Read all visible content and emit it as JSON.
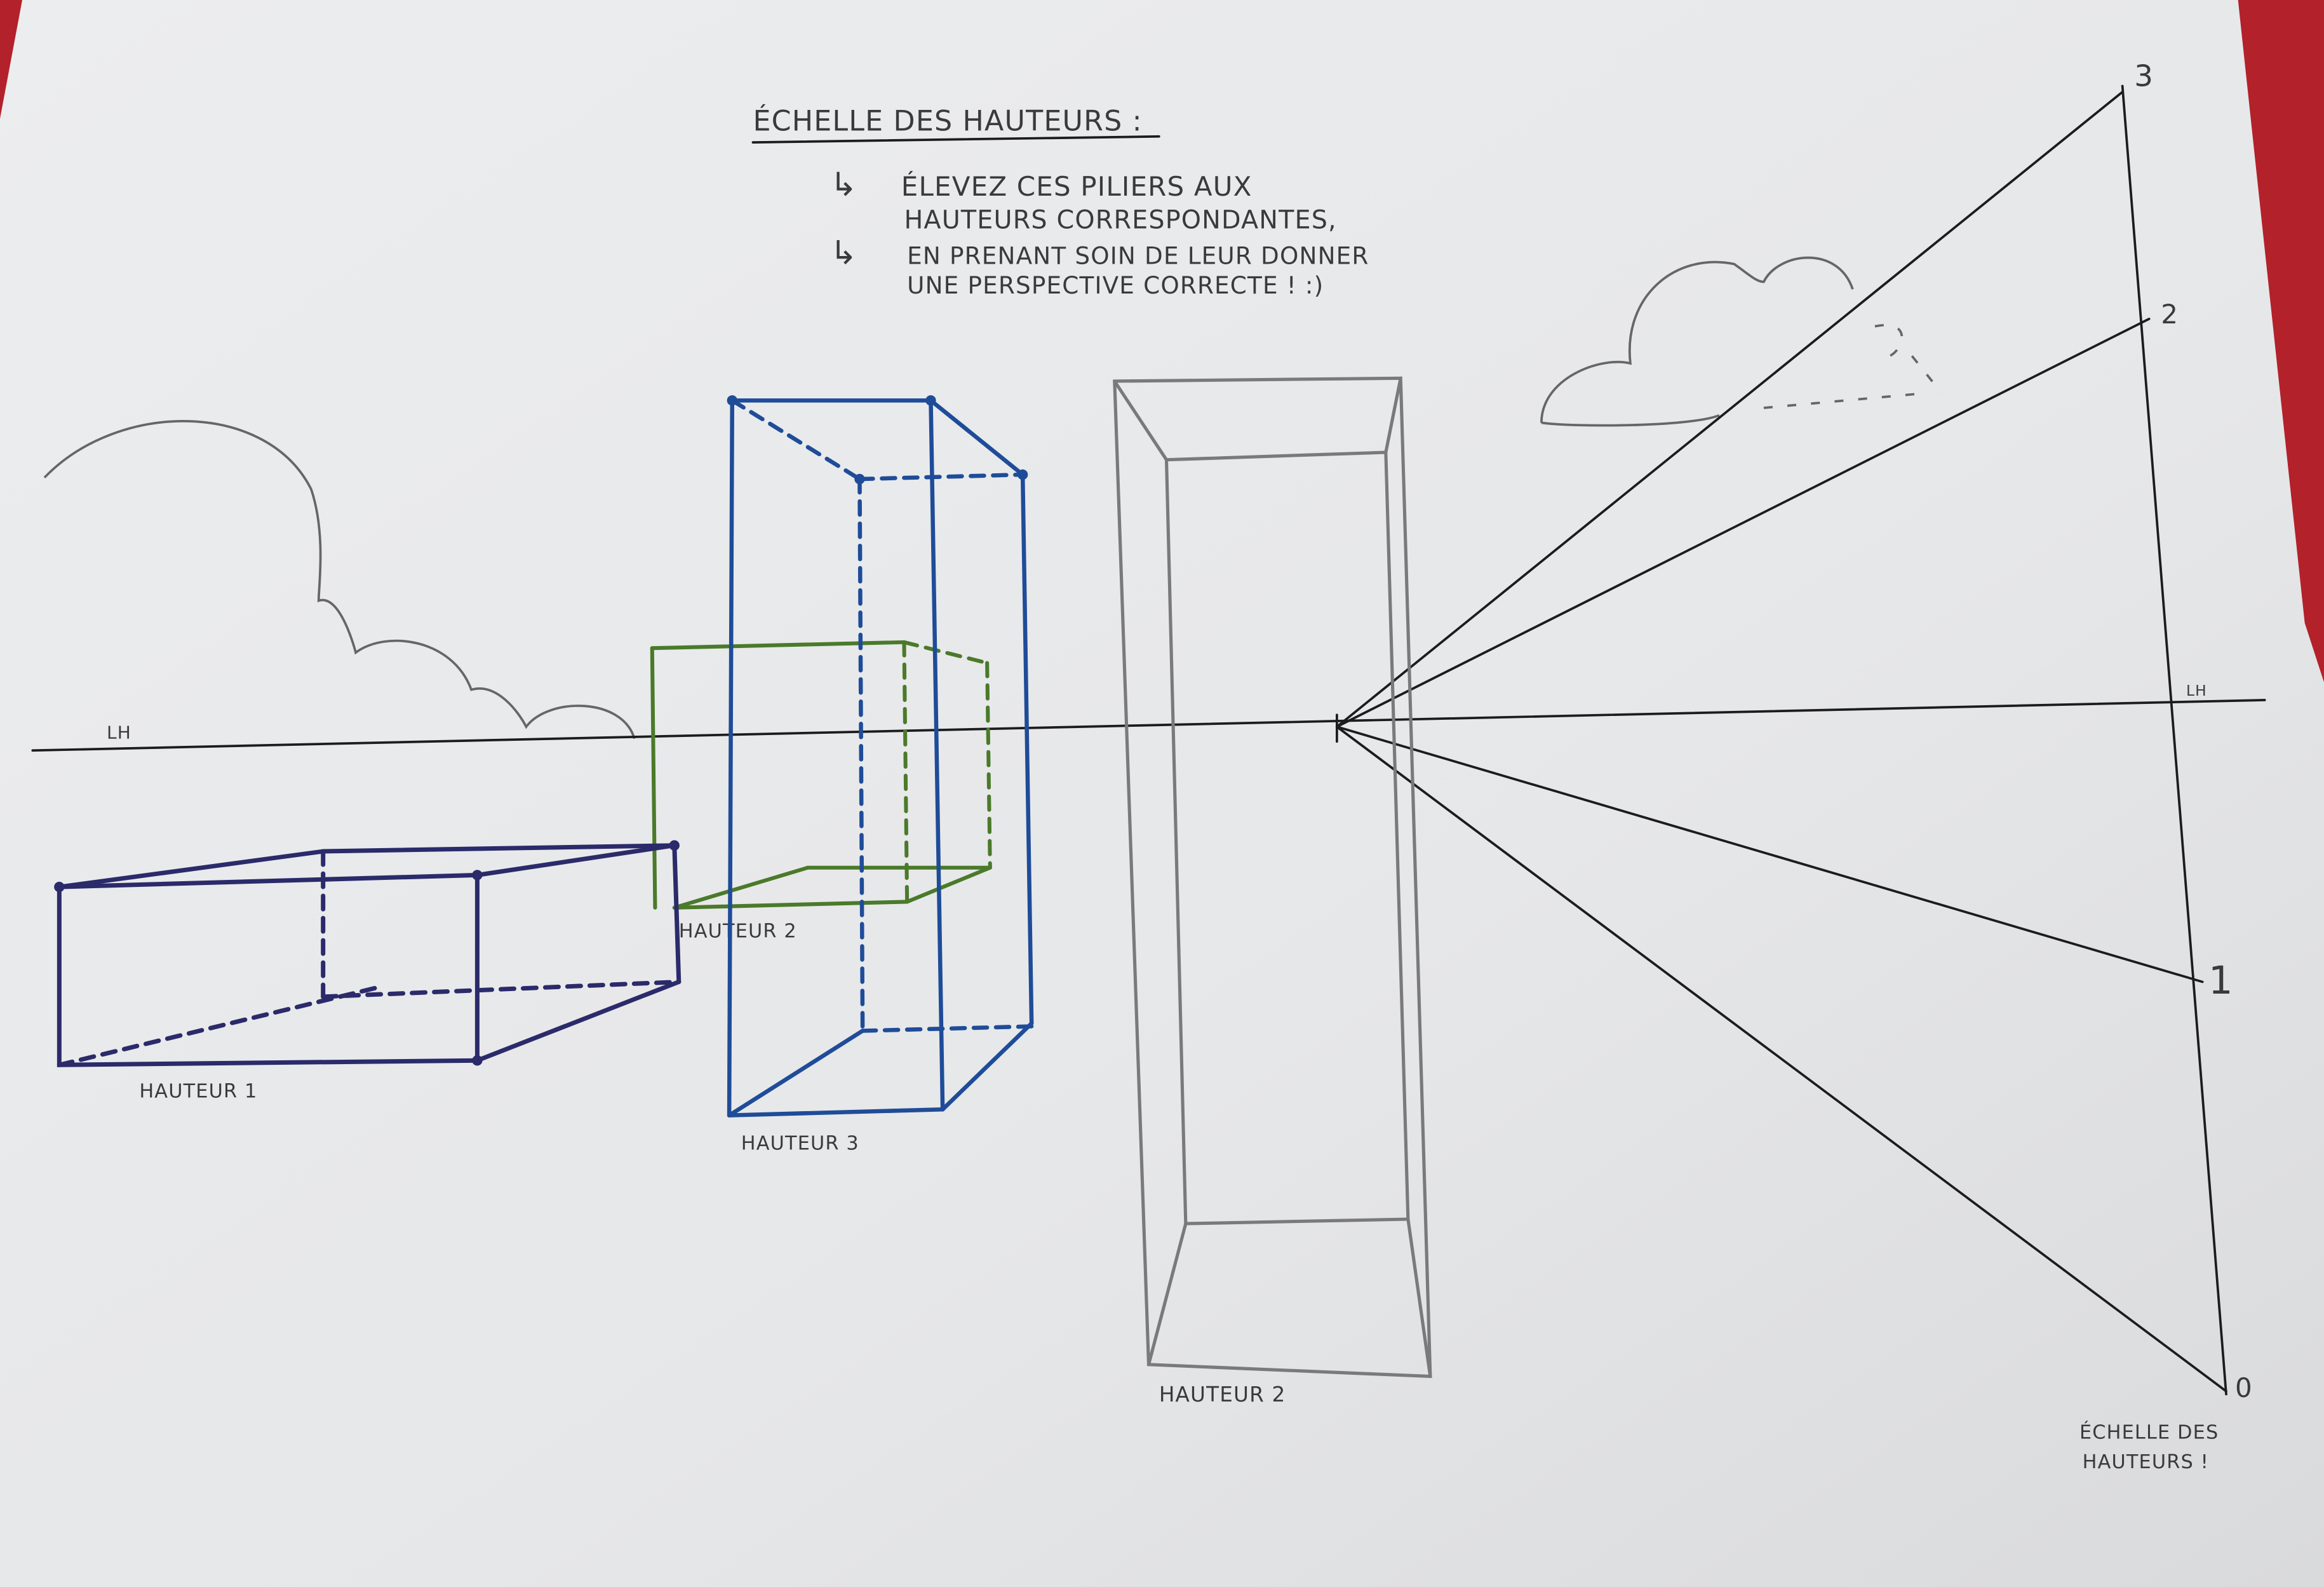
{
  "title": "ÉCHELLE DES HAUTEURS :",
  "instructions": [
    {
      "bullet": "↳",
      "lines": [
        "ÉLEVEZ CES PILIERS AUX",
        "HAUTEURS CORRESPONDANTES,"
      ]
    },
    {
      "bullet": "↳",
      "lines": [
        "EN PRENANT SOIN DE LEUR DONNER",
        "UNE PERSPECTIVE CORRECTE ! :)"
      ]
    }
  ],
  "horizon_label_left": "LH",
  "horizon_label_right": "LH",
  "boxes": {
    "box1_label": "HAUTEUR 1",
    "box2_label": "HAUTEUR 2",
    "box3_label": "HAUTEUR 3",
    "pillar_label": "HAUTEUR 2"
  },
  "scale": {
    "marks": [
      "3",
      "2",
      "1",
      "0"
    ],
    "caption_line1": "ÉCHELLE DES",
    "caption_line2": "HAUTEURS !"
  },
  "colors": {
    "paper": "#e9eaec",
    "background": "#b3212a",
    "box1": "#2b2a6a",
    "box2": "#4a7a2a",
    "box3": "#1f4c98",
    "pillar": "#7a7a7a"
  }
}
